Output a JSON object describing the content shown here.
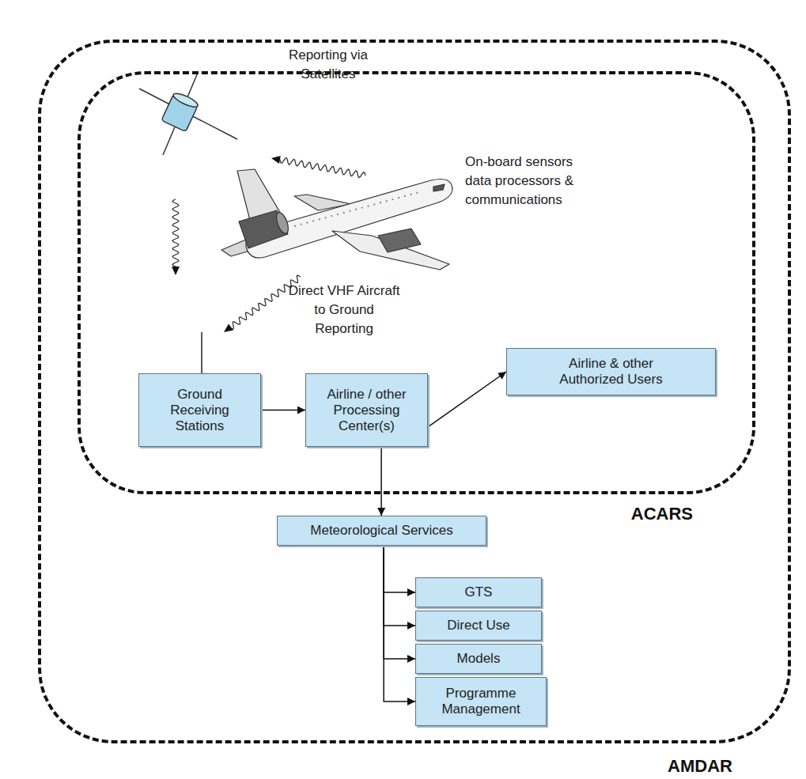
{
  "diagram": {
    "nodes": [
      {
        "text": [
          "AMDAR"
        ]
      },
      {
        "text": [
          "ACARS"
        ],
        "in": 0
      },
      {
        "text": [
          "Ground Receiving Stations"
        ],
        "in": 1
      },
      {
        "text": [
          "Airline / other Processing Center(s)"
        ],
        "in": 1
      },
      {
        "text": [
          "Airline & other Authorized Users"
        ],
        "in": 1
      },
      {
        "text": [
          "Meteorological Services"
        ],
        "in": 0
      },
      {
        "text": [
          "GTS"
        ],
        "in": 0
      },
      {
        "text": [
          "Direct Use"
        ],
        "in": 0
      },
      {
        "text": [
          "Models"
        ],
        "in": 0
      },
      {
        "text": [
          "Programme Management"
        ],
        "in": 0
      }
    ],
    "edges": [
      {
        "from": 2,
        "to": 3,
        "arrow": "to"
      },
      {
        "from": 3,
        "to": 4,
        "arrow": "to"
      },
      {
        "from": 3,
        "to": 5,
        "arrow": "to"
      },
      {
        "from": 5,
        "to": 6,
        "arrow": "to"
      },
      {
        "from": 5,
        "to": 7,
        "arrow": "to"
      },
      {
        "from": 5,
        "to": 8,
        "arrow": "to"
      },
      {
        "from": 5,
        "to": 9,
        "arrow": "to"
      }
    ],
    "labels": [
      "Reporting via Satellites",
      "On-board sensors data processors & communications",
      "Direct VHF Aircraft to Ground Reporting"
    ]
  }
}
